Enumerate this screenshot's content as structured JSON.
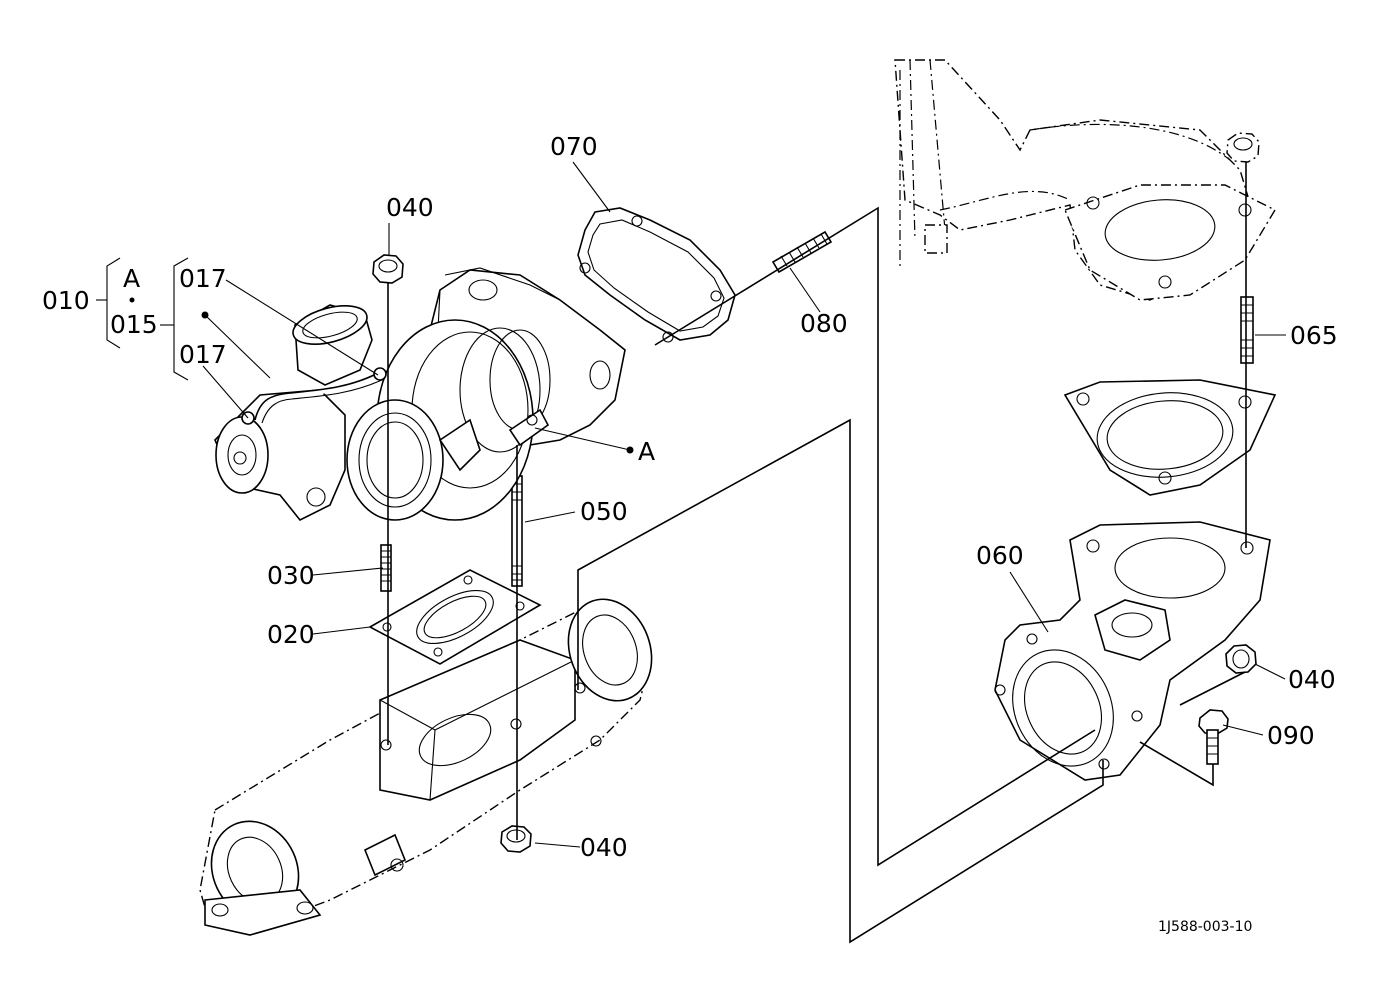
{
  "labels": {
    "l010": "010",
    "l015": "015",
    "l017a": "017",
    "l017b": "017",
    "lA_group": "A",
    "lA_point": "A",
    "l040_top": "040",
    "l040_right": "040",
    "l040_bottom": "040",
    "l070": "070",
    "l080": "080",
    "l065": "065",
    "l050": "050",
    "l030": "030",
    "l020": "020",
    "l060": "060",
    "l090": "090"
  },
  "drawing_code": "1J588-003-10"
}
